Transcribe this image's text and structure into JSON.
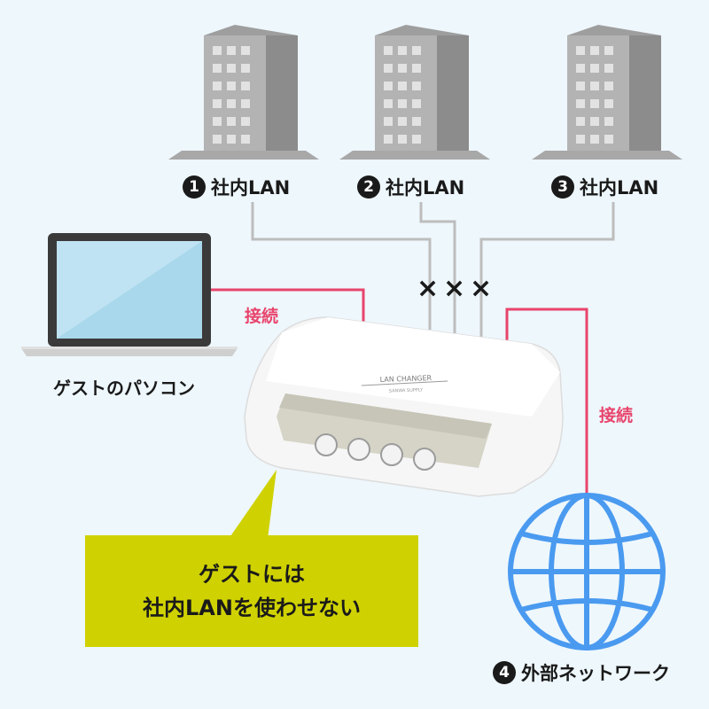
{
  "buildings": [
    {
      "number": "1",
      "label": "社内LAN"
    },
    {
      "number": "2",
      "label": "社内LAN"
    },
    {
      "number": "3",
      "label": "社内LAN"
    }
  ],
  "blocked_marks": [
    "×",
    "×",
    "×"
  ],
  "connection_label_left": "接続",
  "connection_label_right": "接続",
  "guest_pc_label": "ゲストのパソコン",
  "device": {
    "name": "LAN CHANGER",
    "subtext": "SANWA SUPPLY"
  },
  "callout": {
    "line1": "ゲストには",
    "line2": "社内LANを使わせない"
  },
  "external": {
    "number": "4",
    "label": "外部ネットワーク"
  },
  "colors": {
    "background": "#eef7fc",
    "gray_line": "#bdbdbd",
    "pink_line": "#e8446c",
    "globe": "#4a9af0",
    "callout_fill": "#cfd200"
  }
}
